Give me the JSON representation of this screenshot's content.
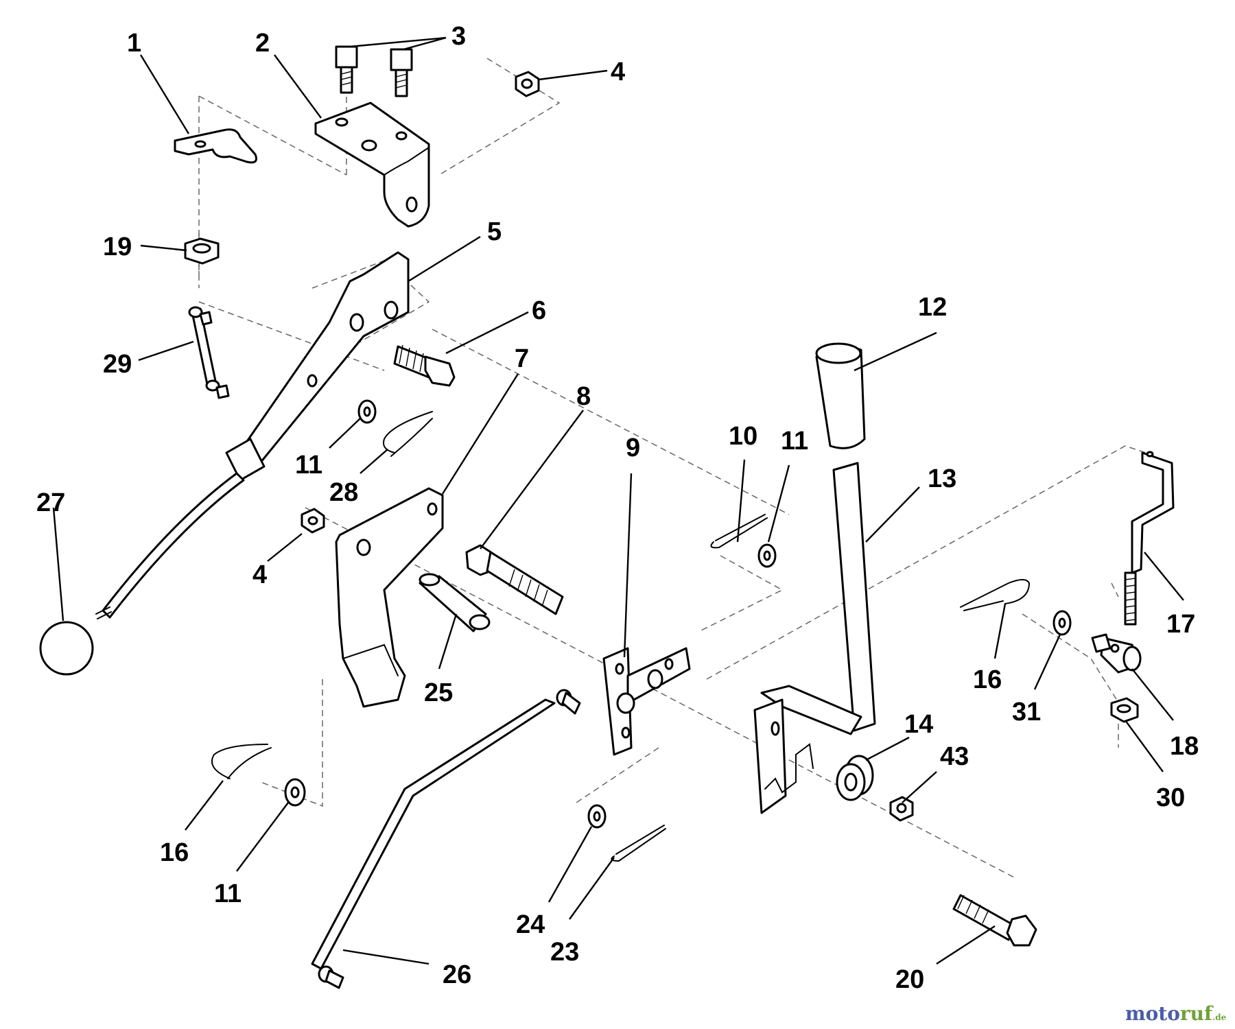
{
  "callouts": {
    "c1": "1",
    "c2": "2",
    "c3": "3",
    "c4a": "4",
    "c4b": "4",
    "c5": "5",
    "c6": "6",
    "c7": "7",
    "c8": "8",
    "c9": "9",
    "c10": "10",
    "c11a": "11",
    "c11b": "11",
    "c11c": "11",
    "c12": "12",
    "c13": "13",
    "c14": "14",
    "c16a": "16",
    "c16b": "16",
    "c17": "17",
    "c18": "18",
    "c19": "19",
    "c20": "20",
    "c23": "23",
    "c24": "24",
    "c25": "25",
    "c26": "26",
    "c27": "27",
    "c28": "28",
    "c29": "29",
    "c30": "30",
    "c31": "31",
    "c43": "43"
  },
  "watermark": {
    "text_part1": "moto",
    "text_part2": "ruf",
    "suffix": ".de",
    "color1": "#4a5da8",
    "color2": "#6fa23a"
  },
  "icons": {
    "parts": "mechanical-part-icons"
  }
}
